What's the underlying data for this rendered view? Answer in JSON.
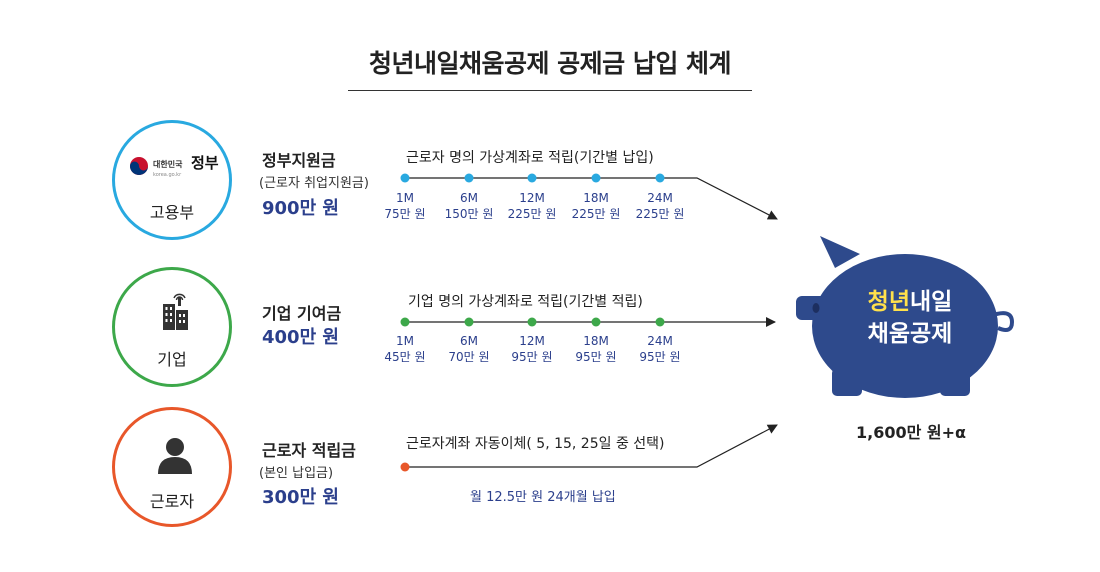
{
  "title": "청년내일채움공제 공제금 납입 체계",
  "sources": [
    {
      "id": "government",
      "circle_label": "고용부",
      "logo_text_small": "대한민국",
      "logo_text_big": "정부",
      "logo_url_text": "korea.go.kr",
      "name": "정부지원금",
      "sub": "(근로자 취업지원금)",
      "amount": "900만 원",
      "color": "#29a9e0",
      "caption": "근로자 명의 가상계좌로 적립(기간별 납입)",
      "ticks": [
        {
          "month": "1M",
          "value": "75만 원"
        },
        {
          "month": "6M",
          "value": "150만 원"
        },
        {
          "month": "12M",
          "value": "225만 원"
        },
        {
          "month": "18M",
          "value": "225만 원"
        },
        {
          "month": "24M",
          "value": "225만 원"
        }
      ]
    },
    {
      "id": "company",
      "circle_label": "기업",
      "name": "기업 기여금",
      "amount": "400만 원",
      "color": "#3da84a",
      "caption": "기업 명의 가상계좌로 적립(기간별 적립)",
      "ticks": [
        {
          "month": "1M",
          "value": "45만 원"
        },
        {
          "month": "6M",
          "value": "70만 원"
        },
        {
          "month": "12M",
          "value": "95만 원"
        },
        {
          "month": "18M",
          "value": "95만 원"
        },
        {
          "month": "24M",
          "value": "95만 원"
        }
      ]
    },
    {
      "id": "worker",
      "circle_label": "근로자",
      "name": "근로자 적립금",
      "sub": "(본인 납입금)",
      "amount": "300만 원",
      "color": "#e8572a",
      "caption": "근로자계좌 자동이체( 5, 15, 25일 중 선택)",
      "note": "월 12.5만 원 24개월 납입"
    }
  ],
  "piggy": {
    "line1_highlight": "청년",
    "line1_rest": "내일",
    "line2": "채움공제",
    "color": "#2e4a8c",
    "highlight_color": "#ffe14b",
    "total": "1,600만 원+α"
  },
  "icons": {
    "government": "korea-government-logo-icon",
    "company": "building-icon",
    "worker": "person-icon"
  }
}
